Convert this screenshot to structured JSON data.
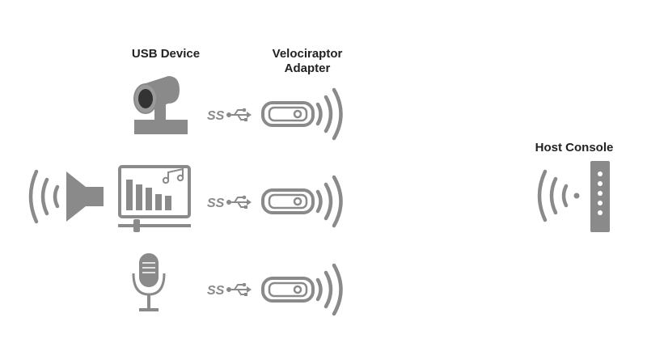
{
  "labels": {
    "usb_device": "USB Device",
    "adapter_line1": "Velociraptor",
    "adapter_line2": "Adapter",
    "host_console": "Host Console"
  },
  "usb_badge": "SS",
  "colors": {
    "icon": "#8a8a8a",
    "icon_dark": "#333333",
    "text": "#222222"
  },
  "devices": [
    "webcam-icon",
    "audio-mixer-icon",
    "microphone-icon"
  ]
}
